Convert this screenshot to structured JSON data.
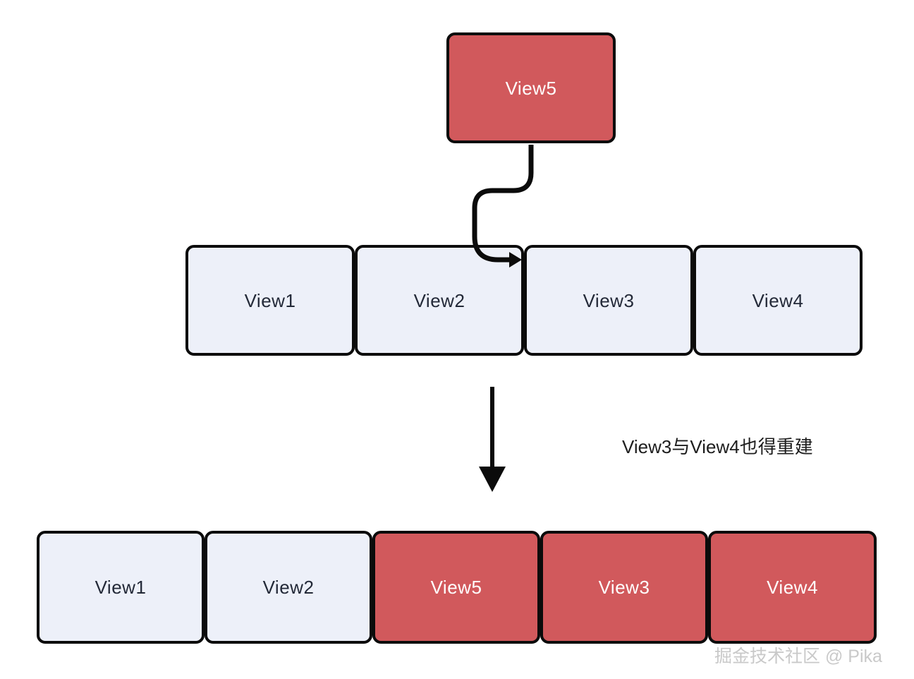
{
  "diagram": {
    "title": "View reuse / rebuild diagram",
    "colors": {
      "red_fill": "#d1595c",
      "light_fill": "#edf0f9",
      "stroke": "#0b0b0b",
      "dark_text": "#232938",
      "light_text": "#ffffff",
      "watermark_text": "#c9c9c9"
    },
    "source_node": {
      "label": "View5",
      "state": "new"
    },
    "before_row": {
      "name": "before-row",
      "nodes": [
        {
          "label": "View1",
          "state": "existing"
        },
        {
          "label": "View2",
          "state": "existing"
        },
        {
          "label": "View3",
          "state": "existing"
        },
        {
          "label": "View4",
          "state": "existing"
        }
      ]
    },
    "after_row": {
      "name": "after-row",
      "nodes": [
        {
          "label": "View1",
          "state": "existing"
        },
        {
          "label": "View2",
          "state": "existing"
        },
        {
          "label": "View5",
          "state": "rebuilt"
        },
        {
          "label": "View3",
          "state": "rebuilt"
        },
        {
          "label": "View4",
          "state": "rebuilt"
        }
      ]
    },
    "annotation": "View3与View4也得重建",
    "watermark": "掘金技术社区 @ Pika"
  }
}
